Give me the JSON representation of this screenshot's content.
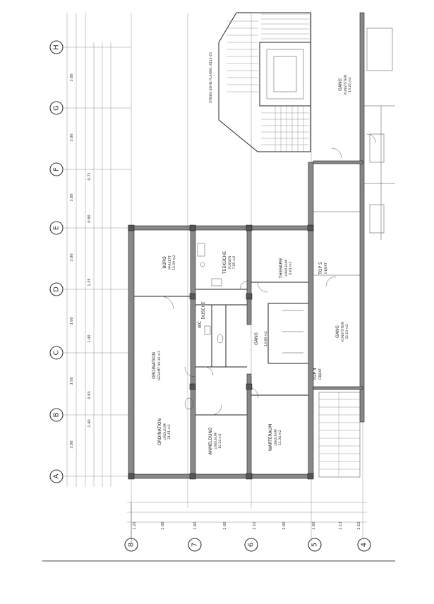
{
  "grid_columns": [
    "A",
    "B",
    "C",
    "D",
    "E",
    "F",
    "G",
    "H"
  ],
  "grid_rows": [
    "8",
    "7",
    "6",
    "5",
    "4"
  ],
  "top_dims": [
    "3.00",
    "3.00",
    "3.00",
    "3.00",
    "3.00",
    "3.00",
    "3.00"
  ],
  "top_dims_second": [
    "1.40",
    "0.83",
    "1.40",
    "1.35",
    "0.80",
    "0.72"
  ],
  "stair_label": "STEIGE SIEHE PLANNR.:8113-25",
  "rooms": [
    {
      "name": "BÜRO",
      "sub": "PARKETT",
      "area": "10.09 m2"
    },
    {
      "name": "TEEKÜCHE",
      "sub": "FLIESEN",
      "area": "7.85 m2"
    },
    {
      "name": "THERAPIE",
      "sub": "LINOLEUM",
      "area": "6.63 m2"
    },
    {
      "name": "ORDINATION",
      "sub": "GESAMT 99.19 m2",
      "area": ""
    },
    {
      "name": "GANG",
      "sub": "",
      "area": "13.89 m2"
    },
    {
      "name": "ORDINATION",
      "sub": "LINOLEUM",
      "area": "21.61 m2"
    },
    {
      "name": "ANMELDUNG",
      "sub": "LINOLEUM",
      "area": "10.24 m2"
    },
    {
      "name": "WARTERAUM",
      "sub": "LINOLEUM",
      "area": "11.34 m2"
    },
    {
      "name": "GANG",
      "sub": "KUNSTSTEIN",
      "area": "32.13 m2"
    },
    {
      "name": "GANG",
      "sub": "KUNSTSTEIN",
      "area": "13.22 m2"
    },
    {
      "name": "TOP 4",
      "sub": "OBJEKT",
      "area": ""
    },
    {
      "name": "TOP 5",
      "sub": "OBJEKT",
      "area": ""
    },
    {
      "name": "WC",
      "sub": "",
      "area": ""
    },
    {
      "name": "DUSCHE",
      "sub": "",
      "area": ""
    }
  ],
  "bottom_dims": [
    "1.20",
    "2.08",
    "1.60",
    "2.00",
    "2.10",
    "2.00",
    "1.60",
    "2.13",
    "2.10"
  ]
}
